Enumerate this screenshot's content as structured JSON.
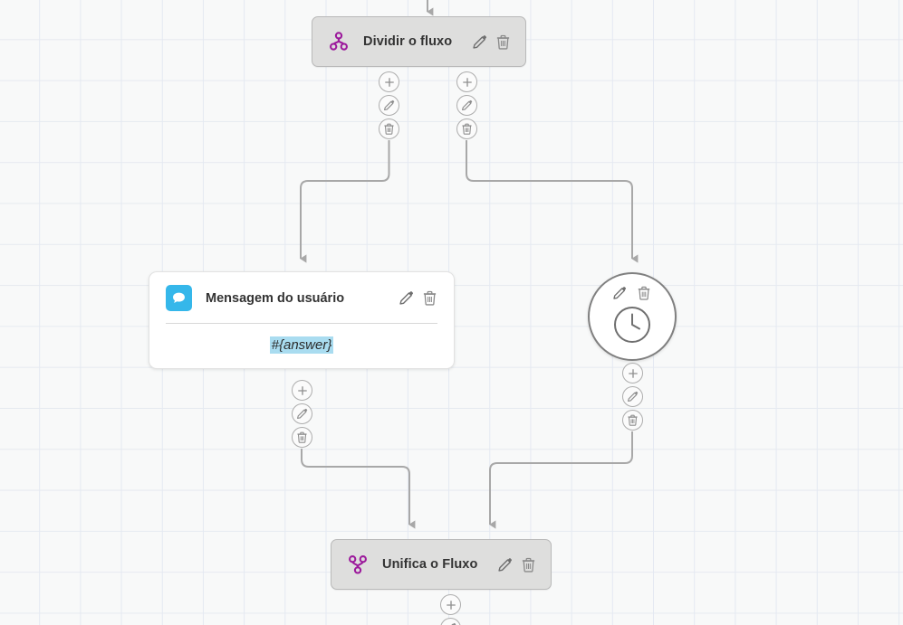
{
  "canvas": {
    "background_color": "#f8f9f9",
    "grid_line_color": "#e4e9f2",
    "grid_size": 45
  },
  "palette": {
    "flow_node_purple": "#9c1a9c",
    "message_icon_blue": "#35b7ea",
    "token_highlight_blue": "#a9dcf0",
    "node_grey_fill": "#dededd",
    "node_border_grey": "#b9b9b9",
    "edge_grey": "#a8a8a8",
    "icon_grey": "#7d7d7d",
    "title_text": "#333333"
  },
  "nodes": [
    {
      "id": "split",
      "type": "split-flow",
      "title": "Dividir o fluxo",
      "icon": "split-flow-icon",
      "edit_label": "Editar",
      "delete_label": "Excluir"
    },
    {
      "id": "user-message",
      "type": "user-message-card",
      "title": "Mensagem do usuário",
      "icon": "chat-bubble-icon",
      "body_token": "#{answer}",
      "edit_label": "Editar",
      "delete_label": "Excluir"
    },
    {
      "id": "delay",
      "type": "delay-clock",
      "title": "",
      "icon": "clock-icon",
      "edit_label": "Editar",
      "delete_label": "Excluir"
    },
    {
      "id": "merge",
      "type": "merge-flow",
      "title": "Unifica o Fluxo",
      "icon": "merge-flow-icon",
      "edit_label": "Editar",
      "delete_label": "Excluir"
    }
  ],
  "connector_buttons": {
    "add_label": "Adicionar",
    "edit_label": "Editar",
    "delete_label": "Excluir",
    "icons": [
      "plus-icon",
      "pencil-icon",
      "trash-icon"
    ]
  },
  "stacks": [
    {
      "id": "split-branch-left",
      "parent": "split"
    },
    {
      "id": "split-branch-right",
      "parent": "split"
    },
    {
      "id": "user-message-out",
      "parent": "user-message"
    },
    {
      "id": "delay-out",
      "parent": "delay"
    },
    {
      "id": "merge-out",
      "parent": "merge"
    }
  ]
}
